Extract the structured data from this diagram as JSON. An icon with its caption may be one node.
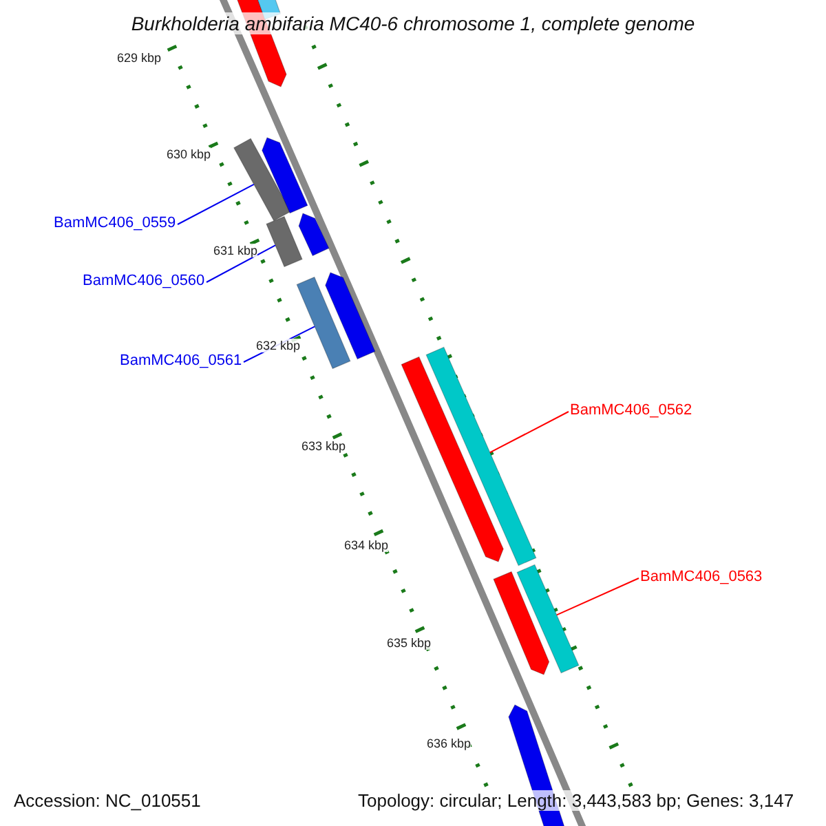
{
  "diagram": {
    "title": "Burkholderia ambifaria MC40-6 chromosome 1, complete genome",
    "nodes": [
      {
        "text": [
          "BamMC406_0559"
        ]
      },
      {
        "text": [],
        "shape": "bar"
      },
      {
        "text": [
          "BamMC406_0560"
        ]
      },
      {
        "text": [],
        "shape": "bar"
      },
      {
        "text": [
          "BamMC406_0561"
        ]
      },
      {
        "text": [],
        "shape": "bar"
      },
      {
        "text": [
          "BamMC406_0562"
        ]
      },
      {
        "text": [],
        "shape": "bar"
      },
      {
        "text": [
          "BamMC406_0563"
        ]
      },
      {
        "text": [],
        "shape": "bar"
      },
      {
        "text": [],
        "shape": "bar"
      },
      {
        "text": [],
        "shape": "bar"
      },
      {
        "text": [],
        "shape": "bar"
      },
      {
        "text": [],
        "shape": "bar"
      },
      {
        "text": [],
        "shape": "bar"
      },
      {
        "text": [],
        "shape": "bar"
      },
      {
        "text": [],
        "shape": "bar"
      },
      {
        "text": [],
        "shape": "bar"
      }
    ],
    "edges": [
      {
        "from": 0,
        "to": 1,
        "arrow": "none"
      },
      {
        "from": 2,
        "to": 3,
        "arrow": "none"
      },
      {
        "from": 4,
        "to": 5,
        "arrow": "none"
      },
      {
        "from": 6,
        "to": 7,
        "arrow": "none",
        "color": "#ff0000"
      },
      {
        "from": 8,
        "to": 9,
        "arrow": "none",
        "color": "#ff0000"
      }
    ],
    "labels": [
      "629 kbp",
      "630 kbp",
      "631 kbp",
      "632 kbp",
      "633 kbp",
      "634 kbp",
      "635 kbp",
      "636 kbp",
      "Accession: NC_010551",
      "Topology: circular; Length: 3,443,583 bp; Genes: 3,147"
    ]
  }
}
